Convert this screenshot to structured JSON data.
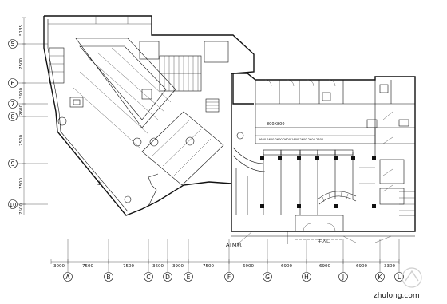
{
  "grid": {
    "rows": [
      "5",
      "6",
      "7",
      "8",
      "9",
      "10"
    ],
    "columns": [
      "A",
      "B",
      "C",
      "D",
      "E",
      "F",
      "G",
      "H",
      "J",
      "K",
      "L"
    ],
    "row_dimensions": [
      "5135",
      "7500",
      "3900",
      "2600",
      "7500",
      "7500",
      "7500"
    ],
    "column_dimensions": [
      "3000",
      "7500",
      "7500",
      "3600",
      "3900",
      "7500",
      "6900",
      "6900",
      "6900",
      "6900",
      "3300"
    ]
  },
  "labels": {
    "atm": "ATM机",
    "main_door": "主入口",
    "up_mark": "上",
    "beam_size": "800X800",
    "bay_row": "2600 2600 2600 2600 1600 2600 2600 2600"
  },
  "watermark": "zhulong.com"
}
